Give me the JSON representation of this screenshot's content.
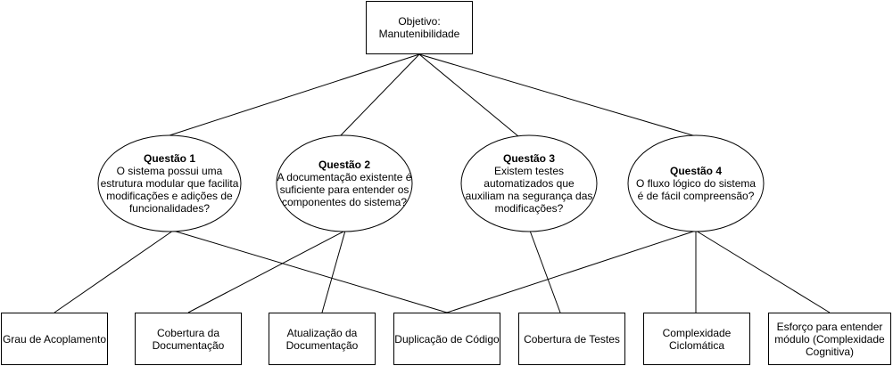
{
  "colors": {
    "stroke": "#000000",
    "fill": "#ffffff",
    "text": "#000000"
  },
  "objective": {
    "line1": "Objetivo:",
    "line2": "Manutenibilidade"
  },
  "questions": [
    {
      "id": "q1",
      "title": "Questão 1",
      "lines": [
        "O sistema possui uma",
        "estrutura modular que facilita",
        "modificações e adições de",
        "funcionalidades?"
      ]
    },
    {
      "id": "q2",
      "title": "Questão 2",
      "lines": [
        "A documentação existente é",
        "suficiente para entender os",
        "componentes do sistema?"
      ]
    },
    {
      "id": "q3",
      "title": "Questão 3",
      "lines": [
        "Existem testes",
        "automatizados que",
        "auxiliam na segurança das",
        "modificações?"
      ]
    },
    {
      "id": "q4",
      "title": "Questão 4",
      "lines": [
        "O fluxo lógico do sistema",
        "é de fácil compreensão?"
      ]
    }
  ],
  "metrics": [
    {
      "id": "m1",
      "lines": [
        "Grau de Acoplamento"
      ]
    },
    {
      "id": "m2",
      "lines": [
        "Cobertura da",
        "Documentação"
      ]
    },
    {
      "id": "m3",
      "lines": [
        "Atualização da",
        "Documentação"
      ]
    },
    {
      "id": "m4",
      "lines": [
        "Duplicação de Código"
      ]
    },
    {
      "id": "m5",
      "lines": [
        "Cobertura de Testes"
      ]
    },
    {
      "id": "m6",
      "lines": [
        "Complexidade",
        "Ciclomática"
      ]
    },
    {
      "id": "m7",
      "lines": [
        "Esforço para entender",
        "módulo (Complexidade",
        "Cognitiva)"
      ]
    }
  ],
  "edges": [
    {
      "from": "objective",
      "to": "q1"
    },
    {
      "from": "objective",
      "to": "q2"
    },
    {
      "from": "objective",
      "to": "q3"
    },
    {
      "from": "objective",
      "to": "q4"
    },
    {
      "from": "q1",
      "to": "m1"
    },
    {
      "from": "q1",
      "to": "m4"
    },
    {
      "from": "q2",
      "to": "m2"
    },
    {
      "from": "q2",
      "to": "m3"
    },
    {
      "from": "q3",
      "to": "m5"
    },
    {
      "from": "q4",
      "to": "m4"
    },
    {
      "from": "q4",
      "to": "m6"
    },
    {
      "from": "q4",
      "to": "m7"
    }
  ]
}
